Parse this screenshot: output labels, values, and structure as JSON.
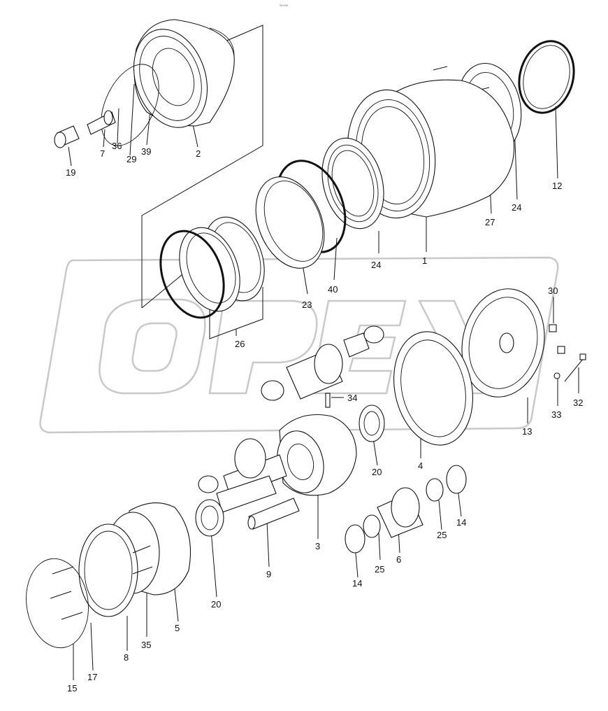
{
  "header": {
    "code": "№ 000"
  },
  "watermark": {
    "text": "OPEX"
  },
  "callouts": [
    "1",
    "2",
    "3",
    "4",
    "5",
    "6",
    "7",
    "8",
    "9",
    "12",
    "13",
    "14",
    "14",
    "15",
    "17",
    "19",
    "20",
    "20",
    "23",
    "24",
    "24",
    "25",
    "25",
    "26",
    "27",
    "29",
    "30",
    "32",
    "33",
    "34",
    "35",
    "36",
    "39",
    "40"
  ]
}
